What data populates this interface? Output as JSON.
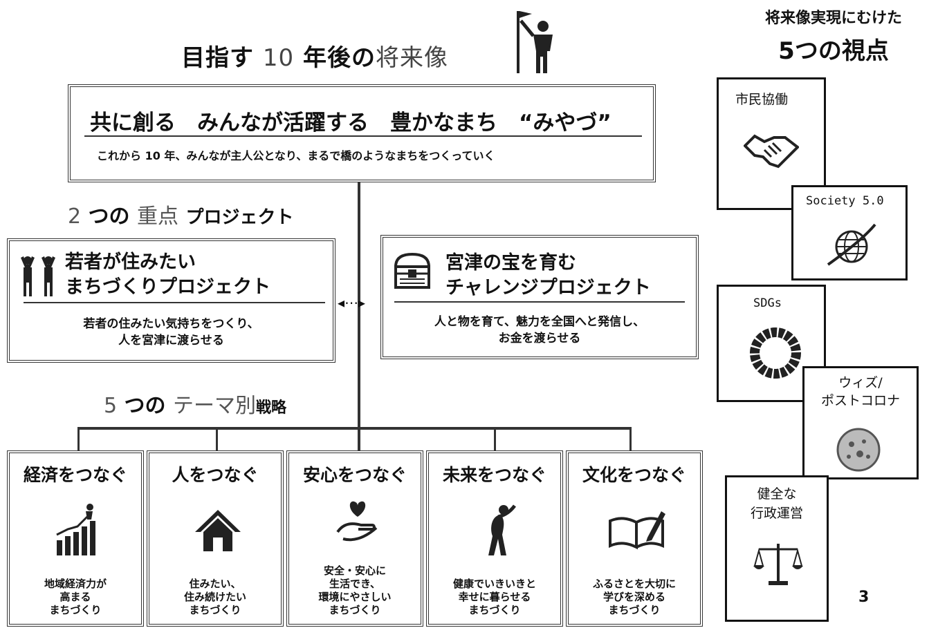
{
  "header": {
    "heading_bold": "目指す",
    "heading_num": "10",
    "heading_mid": "年後の",
    "heading_thin": "将来像"
  },
  "vision": {
    "title": "共に創る　みんなが活躍する　豊かなまち　“みやづ”",
    "subtitle": "これから 10 年、みんなが主人公となり、まるで橋のようなまちをつくっていく"
  },
  "priority": {
    "heading_num": "2",
    "heading_mid": "つの",
    "heading_thin": "重点",
    "heading_end": "プロジェクト",
    "projects": [
      {
        "title_line1": "若者が住みたい",
        "title_line2": "まちづくりプロジェクト",
        "desc_line1": "若者の住みたい気持ちをつくり、",
        "desc_line2": "人を宮津に渡らせる",
        "icon": "people-icon"
      },
      {
        "title_line1": "宮津の宝を育む",
        "title_line2": "チャレンジプロジェクト",
        "desc_line1": "人と物を育て、魅力を全国へと発信し、",
        "desc_line2": "お金を渡らせる",
        "icon": "treasure-chest-icon"
      }
    ]
  },
  "themes_heading": {
    "num": "5",
    "mid": "つの",
    "thin": "テーマ別",
    "end": "戦略"
  },
  "themes": [
    {
      "title": "経済をつなぐ",
      "desc": [
        "地域経済力が",
        "高まる",
        "まちづくり"
      ],
      "icon": "growth-chart-icon"
    },
    {
      "title": "人をつなぐ",
      "desc": [
        "住みたい、",
        "住み続けたい",
        "まちづくり"
      ],
      "icon": "house-icon"
    },
    {
      "title": "安心をつなぐ",
      "desc": [
        "安全・安心に",
        "生活でき、",
        "環境にやさしい",
        "まちづくり"
      ],
      "icon": "heart-hand-icon"
    },
    {
      "title": "未来をつなぐ",
      "desc": [
        "健康でいきいきと",
        "幸せに暮らせる",
        "まちづくり"
      ],
      "icon": "stretching-person-icon"
    },
    {
      "title": "文化をつなぐ",
      "desc": [
        "ふるさとを大切に",
        "学びを深める",
        "まちづくり"
      ],
      "icon": "open-book-icon"
    }
  ],
  "viewpoints": {
    "heading_line1": "将来像実現にむけた",
    "heading_line2": "5つの視点",
    "items": [
      {
        "label": "市民協働",
        "icon": "handshake-icon"
      },
      {
        "label": "Society 5.0",
        "icon": "globe-icon"
      },
      {
        "label": "SDGs",
        "icon": "sdgs-wheel-icon"
      },
      {
        "label_line1": "ウィズ/",
        "label_line2": "ポストコロナ",
        "icon": "virus-icon"
      },
      {
        "label_line1": "健全な",
        "label_line2": "行政運営",
        "icon": "scales-icon"
      }
    ]
  },
  "page_number": "3"
}
